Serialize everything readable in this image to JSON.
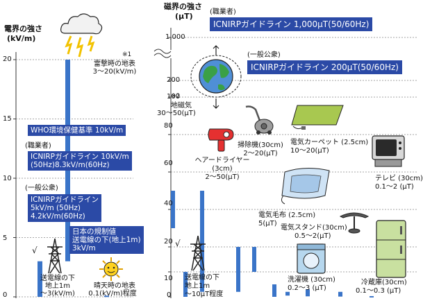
{
  "chart_data": [
    {
      "type": "bar",
      "title": "電界の強さ",
      "ylabel": "(kV/m)",
      "ylim": [
        0,
        20
      ],
      "ticks": [
        "0",
        "5",
        "10",
        "15",
        "20"
      ],
      "bars": [
        {
          "name": "送電線の下",
          "value": 3,
          "label": [
            "送電線の下",
            "地上1m",
            "〜3(kV/m)"
          ]
        },
        {
          "name": "雷撃時の地表",
          "low": 3,
          "high": 20,
          "label": [
            "雷撃時の地表",
            "3〜20(kV/m)"
          ],
          "note": "※1"
        },
        {
          "name": "晴天時の地表",
          "value": 0.1,
          "label": [
            "晴天時の地表",
            "0.1(kV/m)程度"
          ]
        }
      ],
      "reference_boxes": [
        {
          "category": "",
          "lines": [
            "WHO環境保健基準 10kV/m"
          ]
        },
        {
          "category": "(職業者)",
          "lines": [
            "ICNIRPガイドライン 10kV/m",
            "(50Hz)8.3kV/m(60Hz)"
          ]
        },
        {
          "category": "(一般公衆)",
          "lines": [
            "ICNIRPガイドライン",
            "5kV/m (50Hz)",
            "4.2kV/m(60Hz)"
          ]
        },
        {
          "category": "",
          "lines": [
            "日本の規制値",
            "送電線の下(地上1m)",
            "3kV/m"
          ]
        }
      ]
    },
    {
      "type": "bar",
      "title": "磁界の強さ",
      "ylabel": "(μT)",
      "ticks": [
        "0",
        "10",
        "20",
        "40",
        "60",
        "80",
        "100",
        "200",
        "1,000"
      ],
      "bars": [
        {
          "name": "送電線の下",
          "value": 10,
          "label": [
            "送電線の下",
            "地上1m",
            "〜10μT程度"
          ]
        },
        {
          "name": "地磁気",
          "low": 30,
          "high": 50,
          "label": [
            "地磁気",
            "30〜50(μT)"
          ],
          "note": "※2"
        },
        {
          "name": "ヘアードライヤー",
          "low": 2,
          "high": 50,
          "label": [
            "ヘアードライヤー",
            "(3cm)",
            "2〜50(μT)"
          ]
        },
        {
          "name": "掃除機",
          "low": 2,
          "high": 20,
          "label": [
            "掃除機(30cm)",
            "2〜20(μT)"
          ]
        },
        {
          "name": "電気カーペット",
          "low": 10,
          "high": 20,
          "label": [
            "電気カーペット (2.5cm)",
            "10〜20(μT)"
          ]
        },
        {
          "name": "電気毛布",
          "value": 5,
          "label": [
            "電気毛布 (2.5cm)",
            "5(μT)"
          ]
        },
        {
          "name": "電気スタンド",
          "low": 0.5,
          "high": 2,
          "label": [
            "電気スタンド(30cm)",
            "0.5〜2(μT)"
          ]
        },
        {
          "name": "洗濯機",
          "low": 0.2,
          "high": 3,
          "label": [
            "洗濯機 (30cm)",
            "0.2〜3 (μT)"
          ]
        },
        {
          "name": "テレビ",
          "low": 0.1,
          "high": 2,
          "label": [
            "テレビ (30cm)",
            "0.1〜2 (μT)"
          ]
        },
        {
          "name": "冷蔵庫",
          "low": 0.1,
          "high": 0.3,
          "label": [
            "冷蔵庫(30cm)",
            "0.1〜0.3 (μT)"
          ]
        }
      ],
      "reference_boxes": [
        {
          "category": "(職業者)",
          "lines": [
            "ICNIRPガイドライン 1,000μT(50/60Hz)"
          ]
        },
        {
          "category": "(一般公衆)",
          "lines": [
            "ICNIRPガイドライン 200μT(50/60Hz)"
          ]
        }
      ]
    }
  ],
  "colors": {
    "bar": "#3a74c8",
    "box": "#2b4aa6",
    "axis": "#333333"
  },
  "icons": [
    "thunder-cloud-icon",
    "sun-icon",
    "pylon-icon",
    "earth-icon",
    "hair-dryer-icon",
    "vacuum-icon",
    "carpet-icon",
    "blanket-icon",
    "lamp-icon",
    "washer-icon",
    "tv-icon",
    "fridge-icon"
  ]
}
